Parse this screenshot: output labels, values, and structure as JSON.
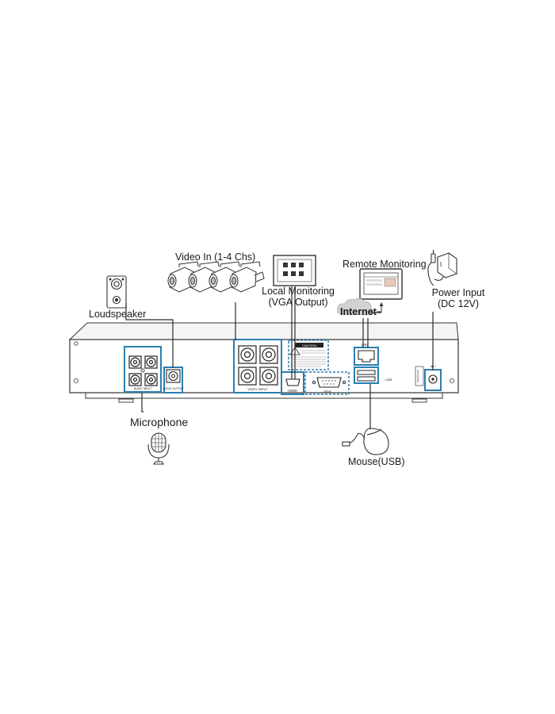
{
  "labels": {
    "video_in": "Video In (1-4 Chs)",
    "local_monitoring": "Local Monitoring",
    "vga_output": "(VGA Output)",
    "remote_monitoring": "Remote Monitoring",
    "internet": "Internet",
    "power_input": "Power Input",
    "power_spec": "(DC 12V)",
    "loudspeaker": "Loudspeaker",
    "microphone": "Microphone",
    "mouse": "Mouse(USB)"
  },
  "panel_labels": {
    "audio_input": "AUDIO INPUT",
    "audio_output": "AUDIO OUTPUT",
    "video_input": "VIDEO INPUT",
    "hdmi": "HDMI",
    "vga": "VGA",
    "lan": "LAN",
    "usb": "USB",
    "caution": "CAUTION"
  },
  "colors": {
    "accent": "#2a7fb0",
    "line": "#2a2a2a"
  }
}
